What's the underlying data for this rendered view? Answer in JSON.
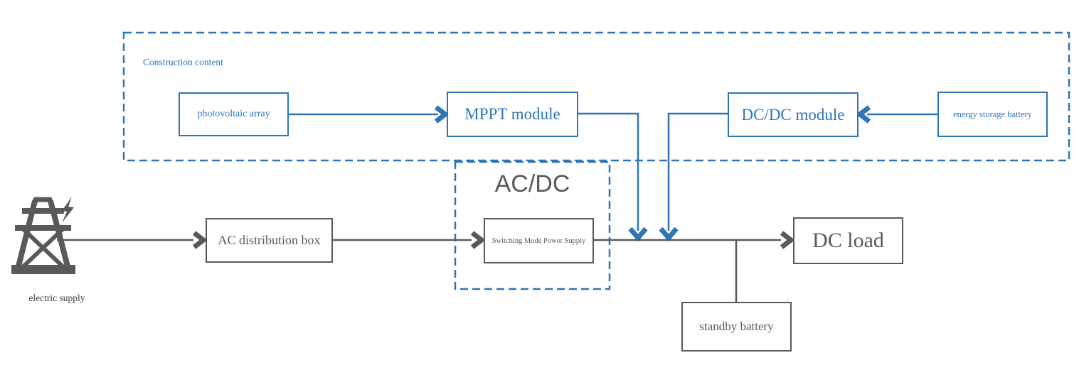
{
  "colors": {
    "accent_blue": "#2e75b6",
    "line_gray": "#595959",
    "text_dark": "#404040"
  },
  "construction": {
    "label": "Construction content",
    "photovoltaic_array": "photovoltaic array",
    "mppt_module": "MPPT module",
    "dcdc_module": "DC/DC module",
    "energy_storage_battery": "energy storage battery"
  },
  "acdc": {
    "label": "AC/DC",
    "smps": "Switching Mode Power Supply"
  },
  "flow": {
    "electric_supply": "electric supply",
    "ac_distribution_box": "AC distribution box",
    "dc_load": "DC load",
    "standby_battery": "standby battery"
  },
  "icons": {
    "transmission_tower_icon": "svg-shape",
    "lightning_bolt_icon": "svg-shape"
  }
}
